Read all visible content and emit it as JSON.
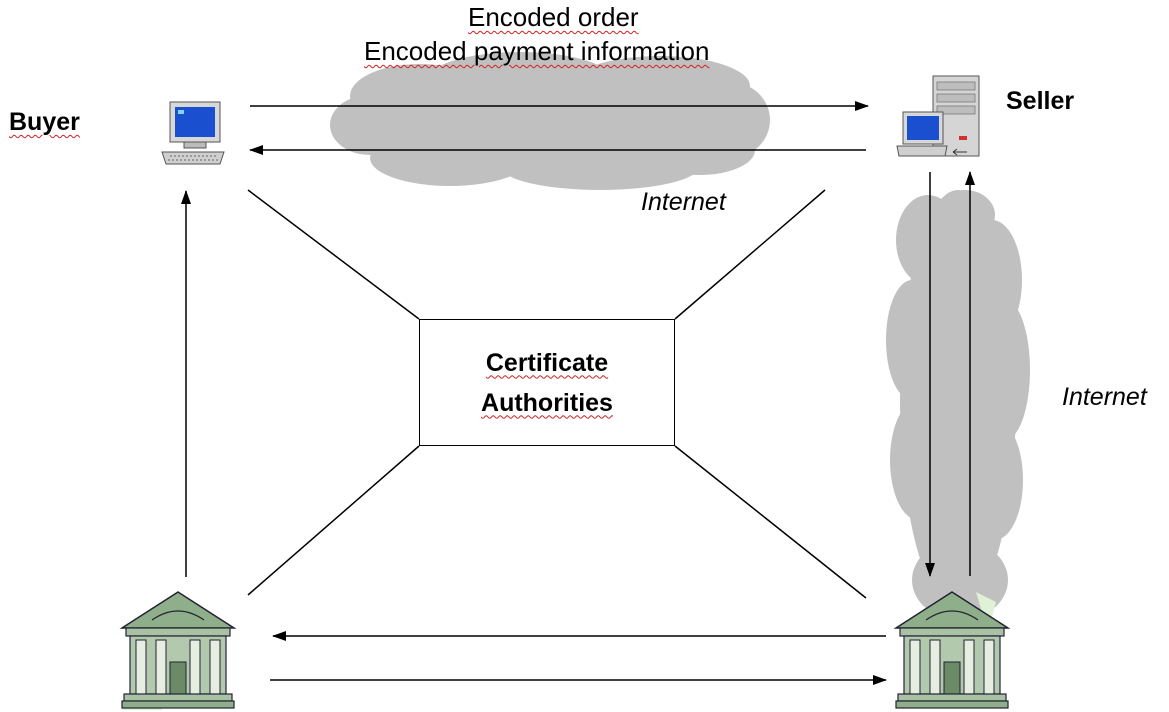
{
  "top_message": {
    "line1": "Encoded order",
    "line2": "Encoded payment information"
  },
  "buyer": {
    "label": "Buyer",
    "icon": "desktop-computer-icon"
  },
  "seller": {
    "label": "Seller",
    "icon": "server-computer-icon"
  },
  "internet_labels": {
    "top": "Internet",
    "right": "Internet"
  },
  "certificate_authorities": {
    "line1": "Certificate",
    "line2": "Authorities"
  },
  "banks": {
    "left_icon": "bank-building-icon",
    "right_icon": "bank-building-icon"
  },
  "colors": {
    "cloud": "#c0c0c0",
    "bank": "#8fae8a",
    "monitor_screen": "#1a4fd0",
    "line": "#000000"
  }
}
